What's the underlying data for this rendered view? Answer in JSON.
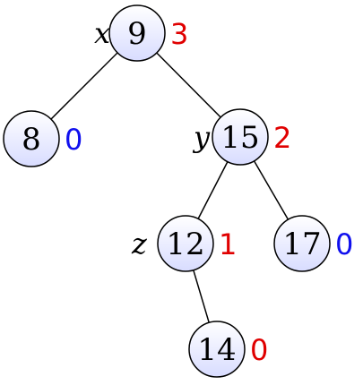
{
  "colors": {
    "node_fill_top": "#ffffff",
    "node_fill_bottom": "#d8dcff",
    "outline": "#000000",
    "balance_red": "#e00000",
    "balance_blue": "#1010ee"
  },
  "tree": {
    "nodes": [
      {
        "id": "n9",
        "key": "9",
        "var": "x",
        "balance": "3",
        "balance_color": "red"
      },
      {
        "id": "n8",
        "key": "8",
        "var": "",
        "balance": "0",
        "balance_color": "blue"
      },
      {
        "id": "n15",
        "key": "15",
        "var": "y",
        "balance": "2",
        "balance_color": "red"
      },
      {
        "id": "n12",
        "key": "12",
        "var": "z",
        "balance": "1",
        "balance_color": "red"
      },
      {
        "id": "n17",
        "key": "17",
        "var": "",
        "balance": "0",
        "balance_color": "blue"
      },
      {
        "id": "n14",
        "key": "14",
        "var": "",
        "balance": "0",
        "balance_color": "red"
      }
    ],
    "edges": [
      {
        "from": "n9",
        "to": "n8"
      },
      {
        "from": "n9",
        "to": "n15"
      },
      {
        "from": "n15",
        "to": "n12"
      },
      {
        "from": "n15",
        "to": "n17"
      },
      {
        "from": "n12",
        "to": "n14"
      }
    ]
  }
}
